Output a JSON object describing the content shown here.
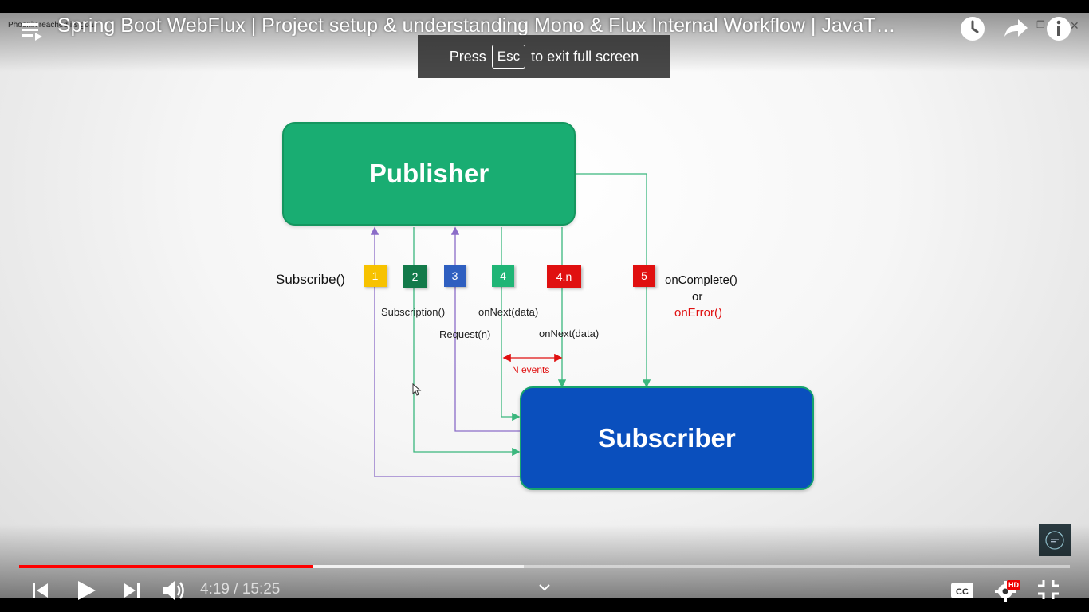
{
  "player": {
    "caption_small": "Phoenix reached its goal",
    "title": "Spring Boot WebFlux | Project setup & understanding Mono & Flux Internal Workflow | JavaT…",
    "fullscreen_toast": {
      "before": "Press",
      "key": "Esc",
      "after": "to exit full screen"
    },
    "current_time": "4:19",
    "duration": "15:25",
    "time_display": "4:19 / 15:25",
    "progress_played_fraction": 0.28,
    "progress_buffered_fraction": 0.48,
    "quality_badge": "HD",
    "accent_color": "#ff0000"
  },
  "diagram": {
    "publisher_label": "Publisher",
    "subscriber_label": "Subscriber",
    "subscribe_label": "Subscribe()",
    "steps": [
      {
        "id": "1",
        "color": "#f7c200"
      },
      {
        "id": "2",
        "color": "#137a4a"
      },
      {
        "id": "3",
        "color": "#2f5fc0"
      },
      {
        "id": "4",
        "color": "#1fb576"
      },
      {
        "id": "4.n",
        "color": "#e01010"
      },
      {
        "id": "5",
        "color": "#e01010"
      }
    ],
    "labels": {
      "subscription": "Subscription()",
      "request": "Request(n)",
      "on_next_1": "onNext(data)",
      "on_next_2": "onNext(data)",
      "n_events": "N events",
      "on_complete": "onComplete()",
      "or": "or",
      "on_error": "onError()"
    },
    "colors": {
      "publisher": "#19ad72",
      "subscriber": "#0a4fbd",
      "arrow_green": "#3bb77e",
      "arrow_purple": "#8b6cc8",
      "error_red": "#e01010"
    }
  }
}
